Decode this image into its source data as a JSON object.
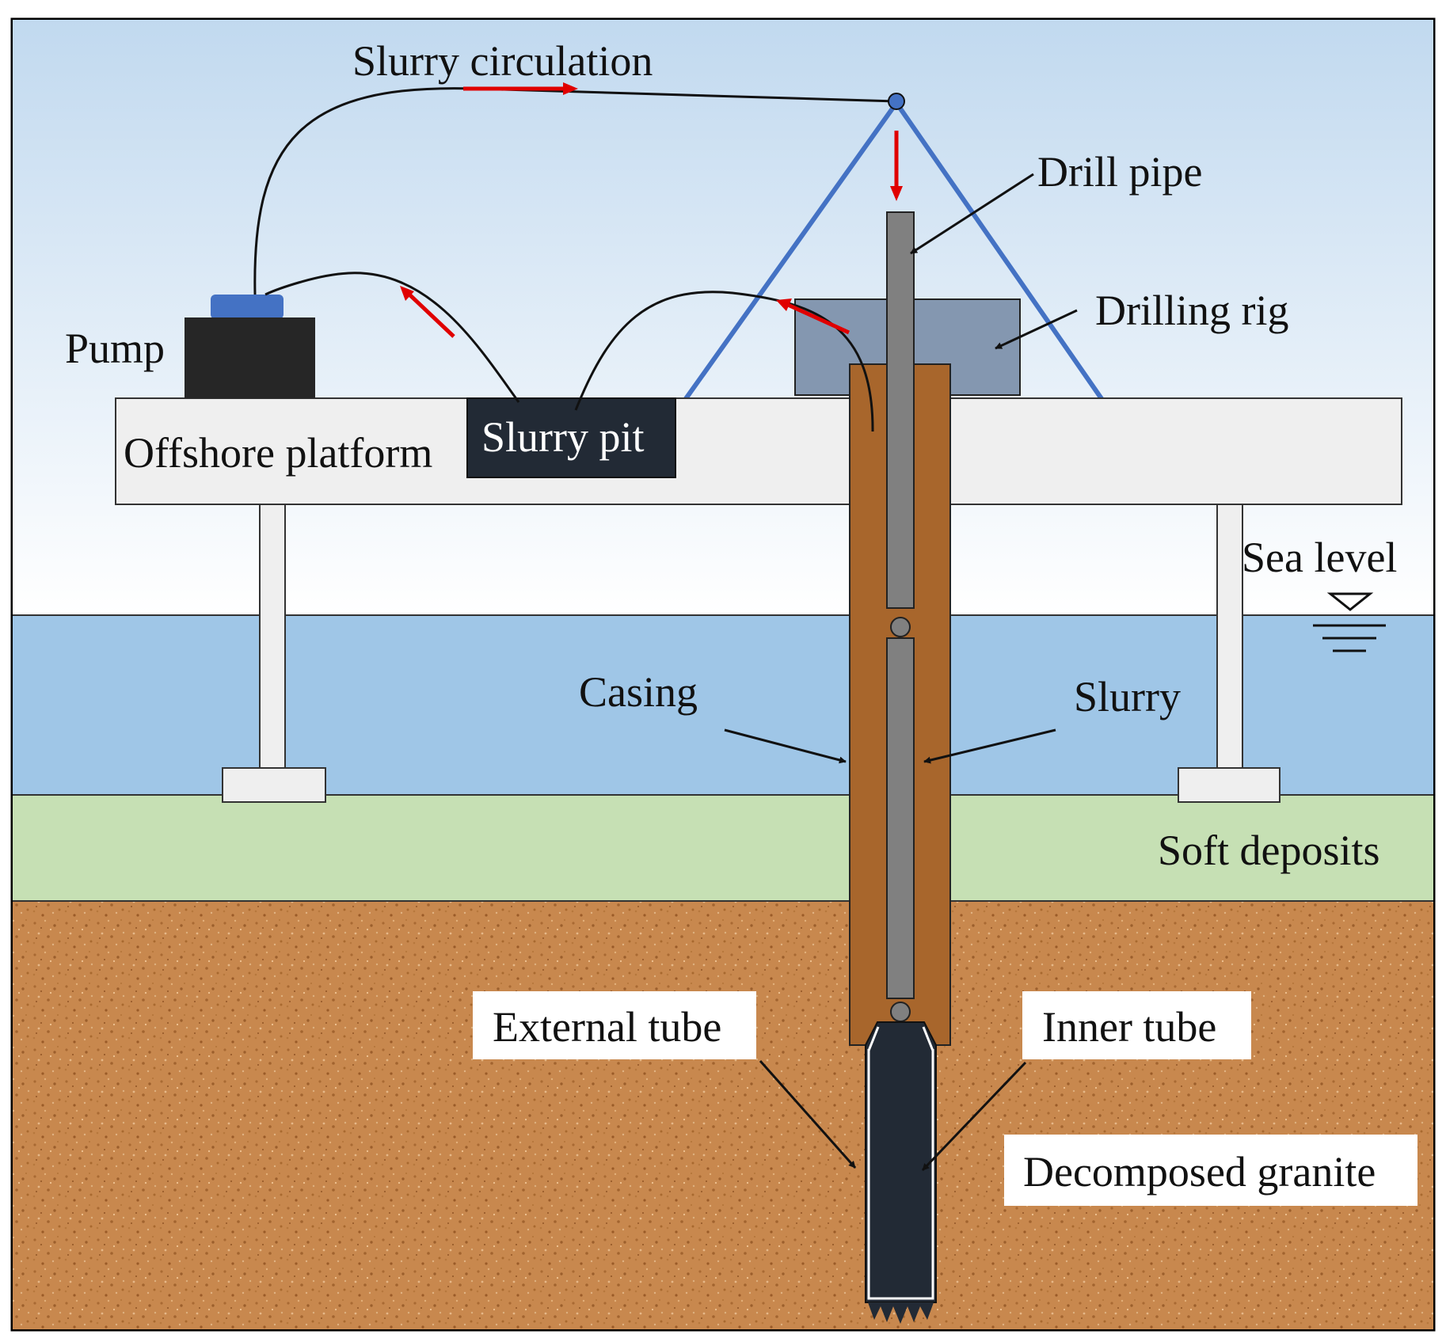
{
  "labels": {
    "slurry_circulation": "Slurry circulation",
    "drill_pipe": "Drill pipe",
    "drilling_rig": "Drilling rig",
    "pump": "Pump",
    "offshore_platform": "Offshore platform",
    "slurry_pit": "Slurry pit",
    "sea_level": "Sea level",
    "casing": "Casing",
    "slurry": "Slurry",
    "soft_deposits": "Soft deposits",
    "external_tube": "External tube",
    "inner_tube": "Inner tube",
    "decomposed_granite": "Decomposed granite"
  },
  "colors": {
    "sky_top": "#c1d9ef",
    "sky_bottom": "#ffffff",
    "sea": "#9fc6e7",
    "soft_deposits": "#c6e0b4",
    "granite": "#c8884e",
    "casing": "#a8662c",
    "drill_pipe": "#808080",
    "derrick": "#4472c4",
    "flow_arrow": "#e00000",
    "platform": "#efefef",
    "pump_body": "#262626",
    "pump_motor": "#4472c4",
    "slurry_pit": "#222a35",
    "rig": "#8497b0",
    "core_barrel": "#222a35"
  }
}
